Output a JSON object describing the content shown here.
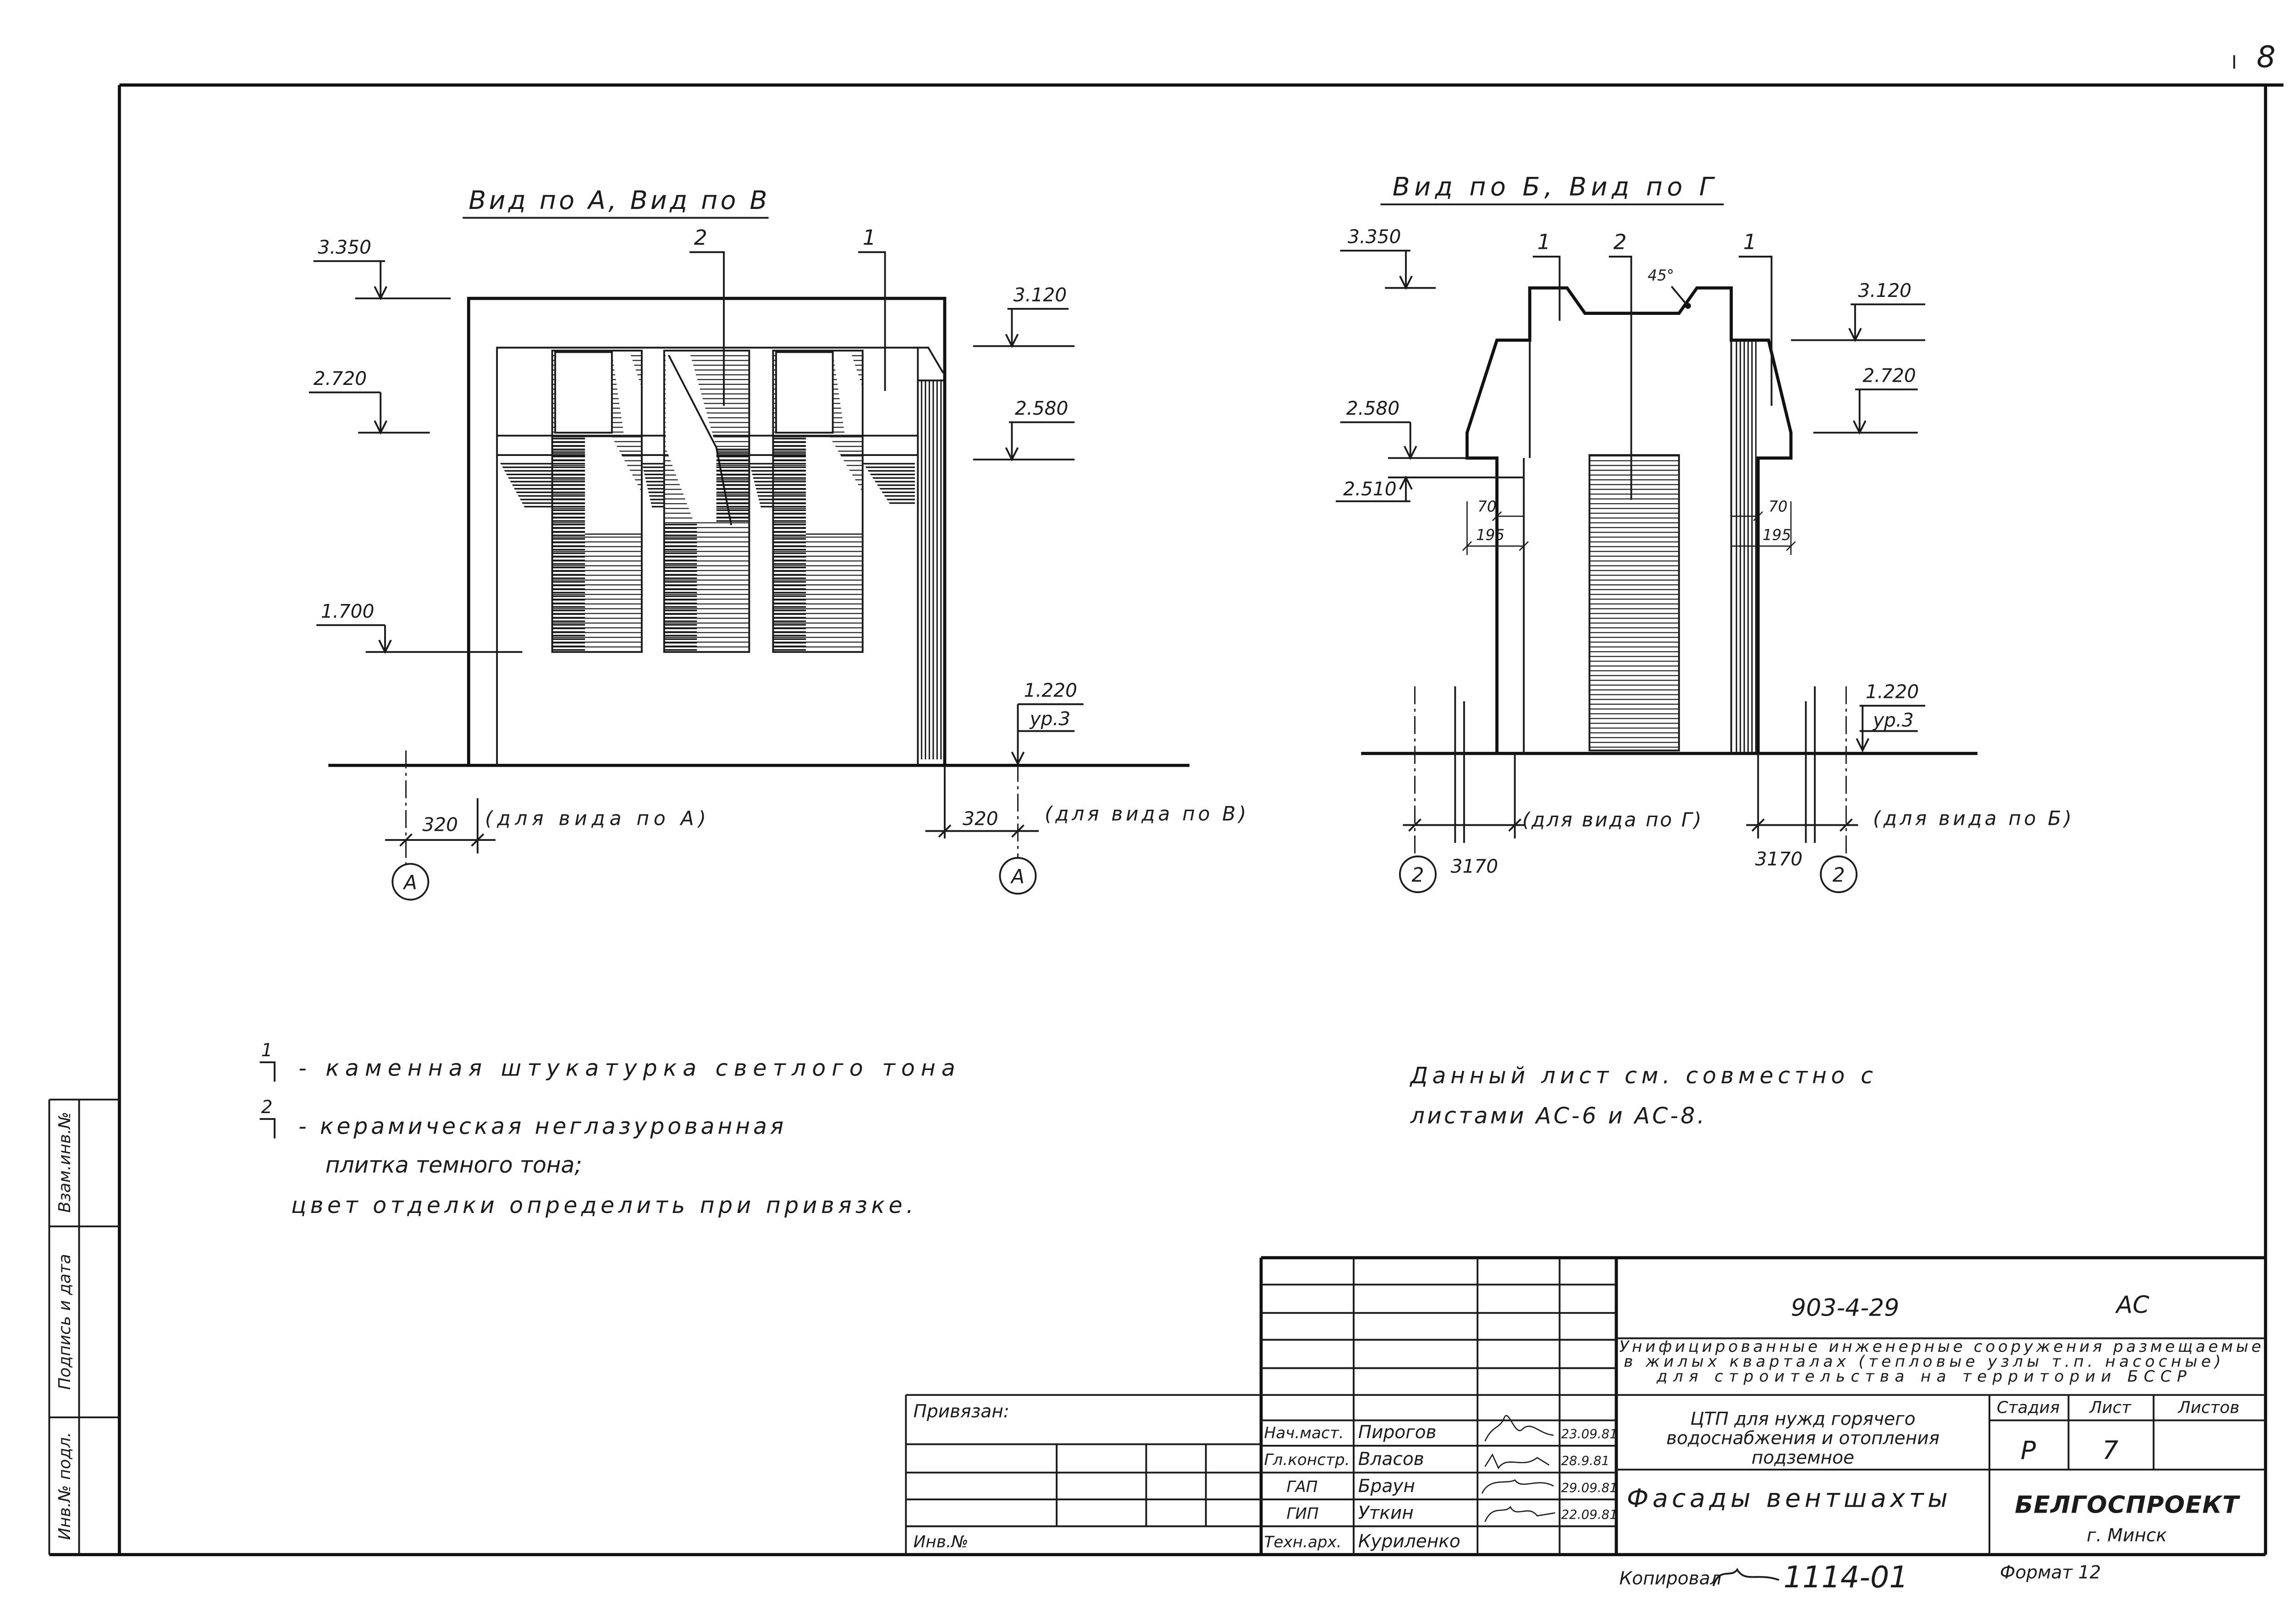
{
  "page_number": "8",
  "view_a_v": {
    "title": "Вид по А, Вид по В",
    "level_3350": "3.350",
    "level_2720": "2.720",
    "level_1700": "1.700",
    "level_3120": "3.120",
    "level_2580": "2.580",
    "level_1220": "1.220",
    "level_ur": "ур.3",
    "callout_1": "1",
    "callout_2": "2",
    "dim_left": "320",
    "dim_left_note": "(для вида по А)",
    "dim_right": "320",
    "dim_right_note": "(для вида по В)",
    "axis_left": "А",
    "axis_right": "А"
  },
  "view_b_g": {
    "title": "Вид по Б, Вид по Г",
    "level_3350": "3.350",
    "level_2580": "2.580",
    "level_2510": "2.510",
    "level_3120": "3.120",
    "level_2720": "2.720",
    "level_1220": "1.220",
    "level_ur": "ур.3",
    "callout_1_left": "1",
    "callout_2": "2",
    "callout_1_right": "1",
    "angle": "45°",
    "dim_70_left": "70",
    "dim_195_left": "195",
    "dim_70_right": "70",
    "dim_195_right": "195",
    "dim_left": "3170",
    "dim_left_note": "(для вида по Г)",
    "dim_right": "3170",
    "dim_right_note": "(для вида по Б)",
    "axis_left": "2",
    "axis_right": "2"
  },
  "legend": {
    "item1_num": "1",
    "item1_text": "- каменная штукатурка светлого тона",
    "item2_num": "2",
    "item2_text_1": "- керамическая неглазурованная",
    "item2_text_2": "плитка темного тона;",
    "finish_note": "цвет отделки определить при привязке."
  },
  "remark": {
    "line1": "Данный лист см. совместно с",
    "line2": "листами АС-6 и АС-8."
  },
  "title_block": {
    "doc_code": "903-4-29",
    "mark": "АС",
    "series_title": [
      "Унифицированные инженерные сооружения размещаемые",
      "в жилых кварталах (тепловые узлы т.п. насосные)",
      "для строительства на территории БССР"
    ],
    "object_title": [
      "ЦТП для нужд горячего",
      "водоснабжения и отопления",
      "подземное"
    ],
    "sheet_title": "Фасады вентшахты",
    "stage_label": "Стадия",
    "sheet_label": "Лист",
    "sheets_label": "Листов",
    "stage": "Р",
    "sheet": "7",
    "organization": "БЕЛГОСПРОЕКТ",
    "city": "г. Минск",
    "signatures": [
      {
        "role": "Нач.маст.",
        "name": "Пирогов",
        "date": "23.09.81"
      },
      {
        "role": "Гл.констр.",
        "name": "Власов",
        "date": "28.9.81"
      },
      {
        "role": "ГАП",
        "name": "Браун",
        "date": "29.09.81"
      },
      {
        "role": "ГИП",
        "name": "Уткин",
        "date": "22.09.81"
      },
      {
        "role": "Техн.арх.",
        "name": "Куриленко"
      }
    ],
    "bound_label": "Привязан:",
    "inv_label": "Инв.№"
  },
  "margin_stamp": {
    "replace_inv": "Взам.инв.№",
    "signature_date": "Подпись и дата",
    "original_inv": "Инв.№ подл."
  },
  "footer": {
    "copied_label": "Копировал",
    "copy_number": "1114-01",
    "format": "Формат 12"
  }
}
